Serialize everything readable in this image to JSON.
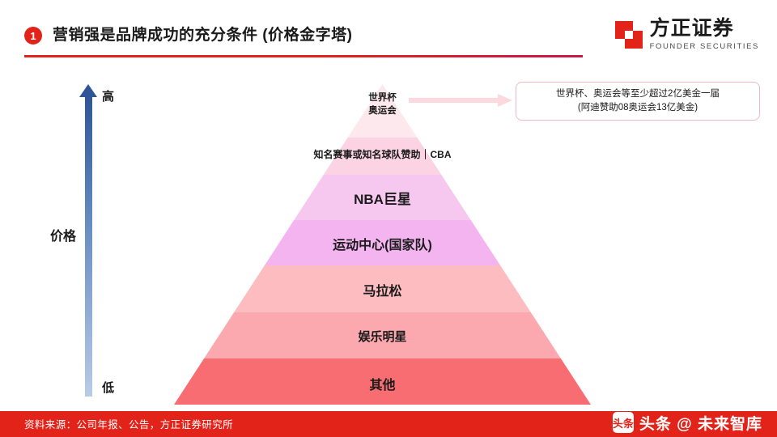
{
  "header": {
    "number": "1",
    "title": "营销强是品牌成功的充分条件 (价格金字塔)",
    "logo_cn": "方正证券",
    "logo_en": "FOUNDER SECURITIES"
  },
  "axis": {
    "high_label": "高",
    "low_label": "低",
    "title": "价格"
  },
  "callout": {
    "line1": "世界杯、奥运会等至少超过2亿美金一届",
    "line2": "(阿迪赞助08奥运会13亿美金)"
  },
  "pyramid": {
    "tiers": [
      {
        "label": "世界杯\n奥运会",
        "label_line1": "世界杯",
        "label_line2": "奥运会",
        "color": "#fde8ee"
      },
      {
        "label": "知名赛事或知名球队赞助｜CBA",
        "color": "#fbd3e2"
      },
      {
        "label": "NBA巨星",
        "color": "#f7c8ef"
      },
      {
        "label": "运动中心(国家队)",
        "color": "#f3b4f0"
      },
      {
        "label": "马拉松",
        "color": "#fcbcc0"
      },
      {
        "label": "娱乐明星",
        "color": "#fba9ae"
      },
      {
        "label": "其他",
        "color": "#f86d72"
      }
    ]
  },
  "footer": {
    "source": "资料来源：公司年报、公告，方正证券研究所",
    "watermark_icon": "头条",
    "watermark_text": "头条 @ 未来智库"
  }
}
